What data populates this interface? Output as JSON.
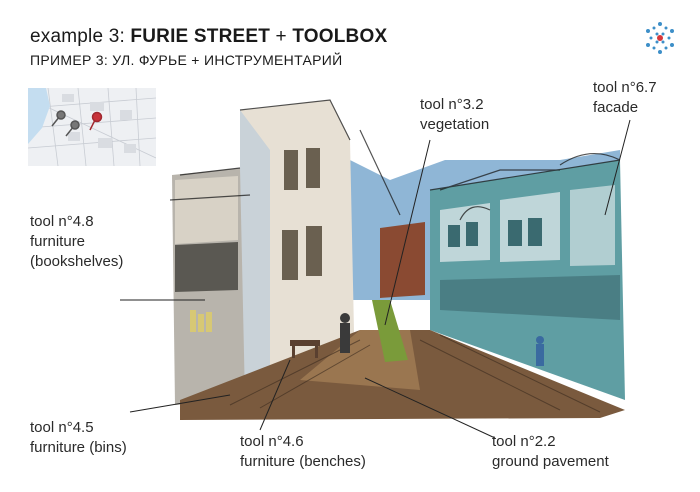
{
  "header": {
    "title_prefix": "example 3: ",
    "title_main": "FURIE STREET",
    "title_plus": " + ",
    "title_tail": "TOOLBOX",
    "subtitle": "ПРИМЕР 3: УЛ. ФУРЬЕ + ИНСТРУМЕНТАРИЙ"
  },
  "labels": {
    "vegetation": {
      "line1": "tool n°3.2",
      "line2": "vegetation"
    },
    "facade": {
      "line1": "tool n°6.7",
      "line2": "facade"
    },
    "bookshelves": {
      "line1": "tool n°4.8",
      "line2": "furniture",
      "line3": "(bookshelves)"
    },
    "bins": {
      "line1": "tool n°4.5",
      "line2": "furniture (bins)"
    },
    "benches": {
      "line1": "tool n°4.6",
      "line2": "furniture (benches)"
    },
    "pavement": {
      "line1": "tool n°2.2",
      "line2": "ground pavement"
    }
  },
  "colors": {
    "sky": "#8fb6d6",
    "facade_teal": "#5f9ea3",
    "ground": "#7a5a3e",
    "leader": "#222222",
    "logo_blue": "#3d8fc8",
    "logo_red": "#d8373a",
    "pin_red": "#c8323a"
  }
}
